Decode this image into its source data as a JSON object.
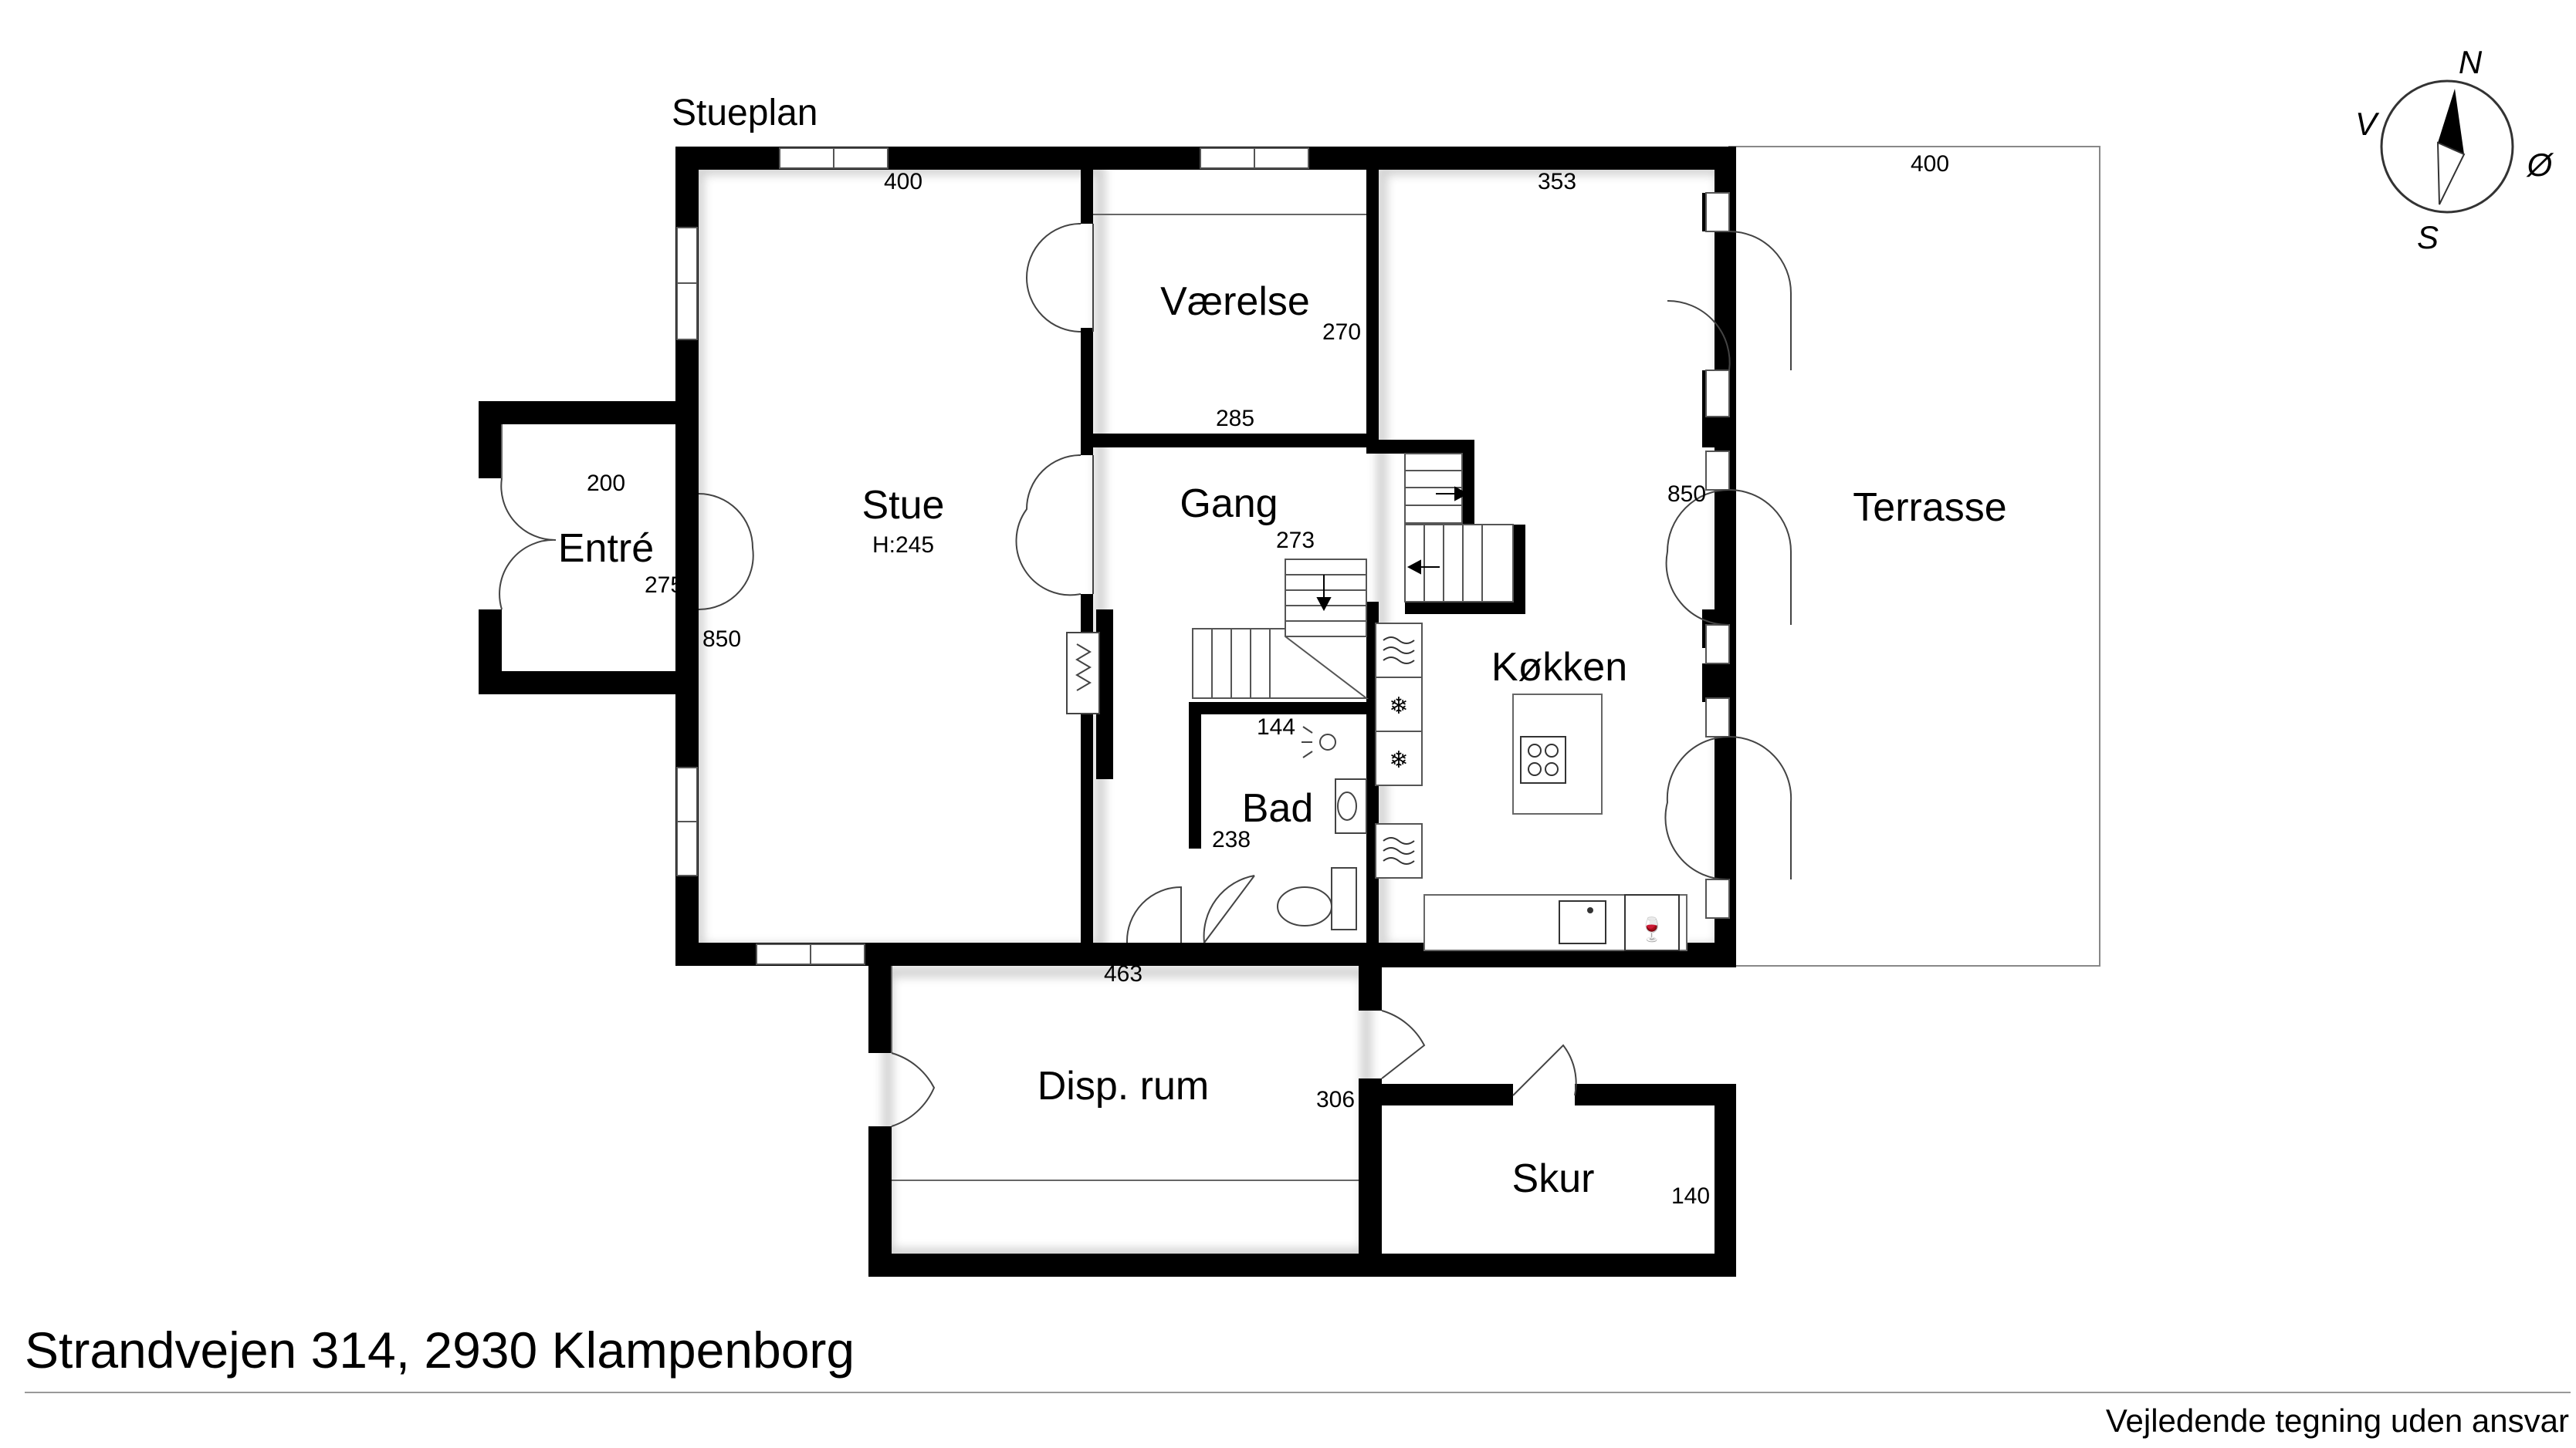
{
  "floor_label": "Stueplan",
  "address": "Strandvejen 314, 2930 Klampenborg",
  "disclaimer": "Vejledende tegning uden ansvar",
  "compass": {
    "n": "N",
    "s": "S",
    "e": "Ø",
    "w": "V"
  },
  "rooms": {
    "stue": {
      "name": "Stue",
      "height": "H:245"
    },
    "vaerelse": {
      "name": "Værelse"
    },
    "gang": {
      "name": "Gang"
    },
    "entre": {
      "name": "Entré"
    },
    "koekken": {
      "name": "Køkken"
    },
    "terrasse": {
      "name": "Terrasse"
    },
    "bad": {
      "name": "Bad"
    },
    "disp": {
      "name": "Disp. rum"
    },
    "skur": {
      "name": "Skur"
    }
  },
  "dimensions": {
    "stue_top": "400",
    "stue_side": "850",
    "entre_top": "200",
    "entre_side": "275",
    "vaerelse_side": "270",
    "vaerelse_bottom": "285",
    "gang_side": "273",
    "koekken_top": "353",
    "koekken_side": "850",
    "terrasse_top": "400",
    "bad_top": "144",
    "bad_side": "238",
    "hall_bottom": "463",
    "disp_side": "306",
    "skur_side": "140"
  }
}
